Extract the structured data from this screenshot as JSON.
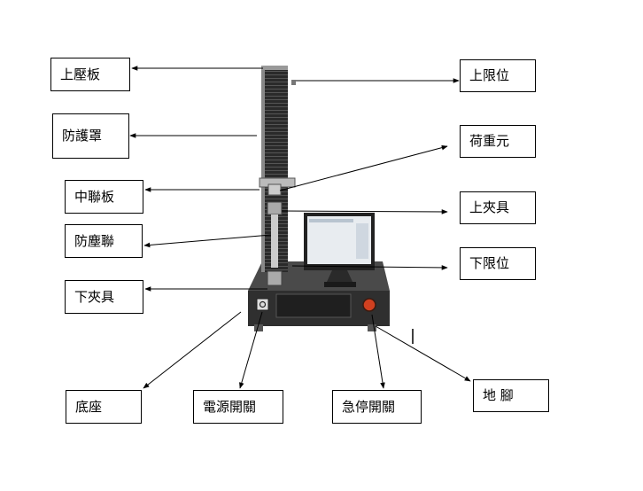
{
  "labels": {
    "upper_plate": "上壓板",
    "guard": "防護罩",
    "middle_plate": "中聯板",
    "dust_cover": "防塵聯",
    "lower_clamp": "下夾具",
    "base": "底座",
    "power_switch": "電源開關",
    "emergency_stop": "急停開關",
    "foot": "地 腳",
    "upper_limit": "上限位",
    "load_cell": "荷重元",
    "upper_clamp": "上夾具",
    "lower_limit": "下限位"
  },
  "colors": {
    "machine_body": "#3a3a3a",
    "column": "#2b2b2b",
    "monitor_screen": "#e8ecf0",
    "emergency_button": "#d04020",
    "line": "#000000"
  }
}
